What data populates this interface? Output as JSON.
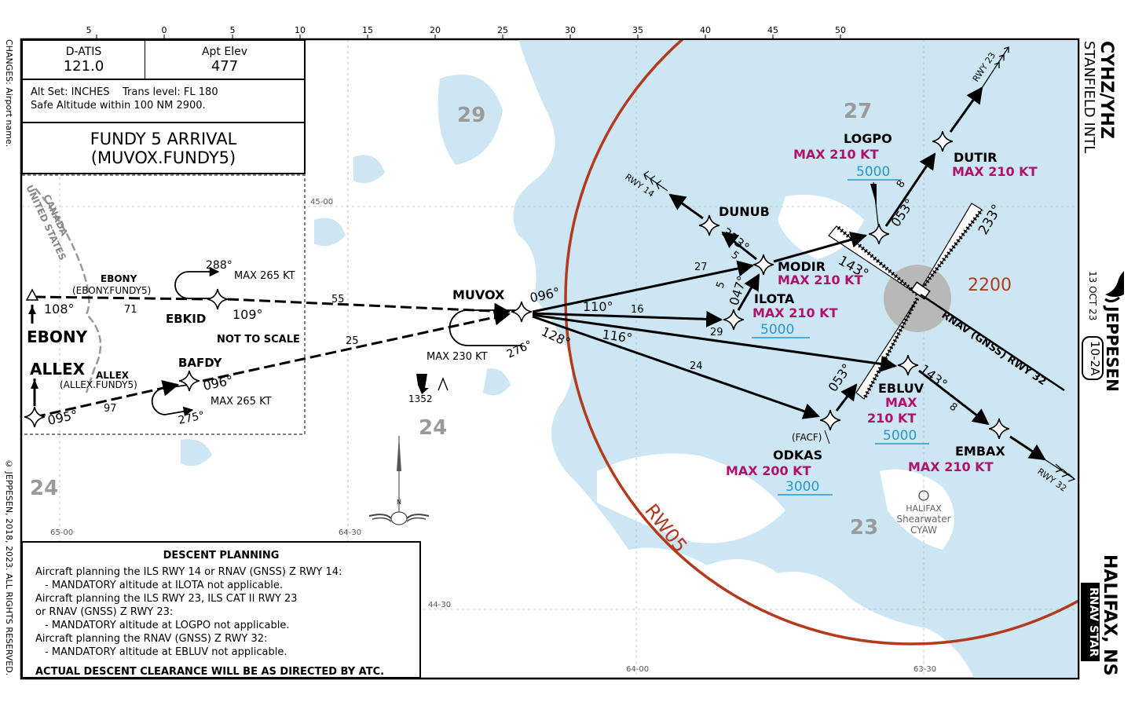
{
  "header": {
    "atis_label": "D-ATIS",
    "atis_freq": "121.0",
    "elev_label": "Apt Elev",
    "elev_value": "477",
    "alt_set": "Alt Set: INCHES",
    "trans_level": "Trans level: FL 180",
    "safe_alt": "Safe Altitude within 100 NM 2900.",
    "title_line1": "FUNDY 5 ARRIVAL",
    "title_line2": "(MUVOX.FUNDY5)"
  },
  "side": {
    "changes": "CHANGES: Airport name.",
    "copyright": "© JEPPESEN, 2018, 2023. ALL RIGHTS RESERVED.",
    "airport_code": "CYHZ/YHZ",
    "airport_name": "STANFIELD INTL",
    "date": "13 OCT 23",
    "chart_no": "10-2A",
    "brand": "JEPPESEN",
    "city": "HALIFAX, NS",
    "chart_type": "RNAV STAR"
  },
  "grid": {
    "top_scale": [
      "5",
      "0",
      "5",
      "10",
      "15",
      "20",
      "25",
      "30",
      "35",
      "40",
      "45",
      "50"
    ],
    "lat_45": "45-00",
    "lat_4430": "44-30",
    "lon_6500": "65-00",
    "lon_6430": "64-30",
    "lon_6400": "64-00",
    "lon_6330": "63-30"
  },
  "msa": [
    "29",
    "27",
    "24",
    "24",
    "23"
  ],
  "border": {
    "canada": "CANADA",
    "united_states": "UNITED STATES"
  },
  "inset": {
    "not_to_scale": "NOT TO SCALE",
    "ebony_name": "EBONY",
    "ebony_trans": "EBONY",
    "ebony_trans_sub": "(EBONY.FUNDY5)",
    "ebony_crs": "108°",
    "ebony_dist": "71",
    "ebkid_name": "EBKID",
    "ebkid_hold_crs": "288°",
    "ebkid_hold_spd": "MAX 265 KT",
    "ebkid_out_crs": "109°",
    "allex_name": "ALLEX",
    "allex_trans": "ALLEX",
    "allex_trans_sub": "(ALLEX.FUNDY5)",
    "allex_crs": "095°",
    "allex_dist": "97",
    "bafdy_name": "BAFDY",
    "bafdy_out_crs": "096°",
    "bafdy_hold_crs": "275°",
    "bafdy_hold_spd": "MAX 265 KT"
  },
  "route": {
    "dist_ebkid_muvox": "55",
    "dist_bafdy_muvox": "25",
    "muvox_name": "MUVOX",
    "muvox_in_crs": "096°",
    "muvox_hold_spd": "MAX 230 KT",
    "muvox_hold_crs": "276°",
    "crs_110": "110°",
    "dist_16": "16",
    "crs_116": "116°",
    "dist_29": "29",
    "crs_128": "128°",
    "dist_24": "24",
    "dist_27": "27",
    "obstacle": "1352"
  },
  "fixes": {
    "modir": {
      "name": "MODIR",
      "spd": "MAX 210 KT"
    },
    "ilota": {
      "name": "ILOTA",
      "spd": "MAX 210 KT",
      "alt": "5000"
    },
    "dunub": {
      "name": "DUNUB"
    },
    "logpo": {
      "name": "LOGPO",
      "spd": "MAX 210 KT",
      "alt": "5000"
    },
    "dutir": {
      "name": "DUTIR",
      "spd": "MAX 210 KT"
    },
    "ebluv": {
      "name": "EBLUV",
      "spd1": "MAX",
      "spd2": "210 KT",
      "alt": "5000"
    },
    "odkas": {
      "name": "ODKAS",
      "facf": "(FACF)",
      "spd": "MAX 200 KT",
      "alt": "3000"
    },
    "embax": {
      "name": "EMBAX",
      "spd": "MAX 210 KT"
    }
  },
  "legs": {
    "ilota_modir_crs": "047°",
    "ilota_modir_dist": "5",
    "modir_dunub_crs": "323°",
    "modir_dunub_dist": "5",
    "rwy14": "RWY 14",
    "logpo_crs": "053°",
    "logpo_dutir_dist": "8",
    "rwy23": "RWY 23",
    "odkas_crs": "053°",
    "ebluv_crs": "143°",
    "ebluv_embax_dist": "8",
    "rwy32": "RWY 32",
    "loc143": "143°",
    "loc233": "233°",
    "rnav32": "RNAV (GNSS) RWY 32",
    "rw05": "RW05",
    "airport_alt": "2200"
  },
  "shearwater": {
    "line1": "HALIFAX",
    "line2": "Shearwater",
    "line3": "CYAW"
  },
  "descent": {
    "title": "DESCENT PLANNING",
    "lines": [
      "Aircraft planning the ILS RWY 14 or RNAV (GNSS) Z RWY 14:",
      "- MANDATORY altitude at ILOTA not applicable.",
      "Aircraft planning the ILS RWY 23, ILS CAT II RWY 23",
      "or RNAV (GNSS) Z RWY 23:",
      "- MANDATORY altitude at LOGPO not applicable.",
      "Aircraft planning the RNAV (GNSS) Z RWY 32:",
      "- MANDATORY altitude at EBLUV not applicable."
    ],
    "footer": "ACTUAL DESCENT CLEARANCE WILL BE AS DIRECTED BY ATC."
  },
  "colors": {
    "water": "#cde6f4",
    "magenta": "#b0126a",
    "cyan": "#2a97c8",
    "brown": "#b43a1e",
    "msa_gray": "#9a9a9a"
  }
}
